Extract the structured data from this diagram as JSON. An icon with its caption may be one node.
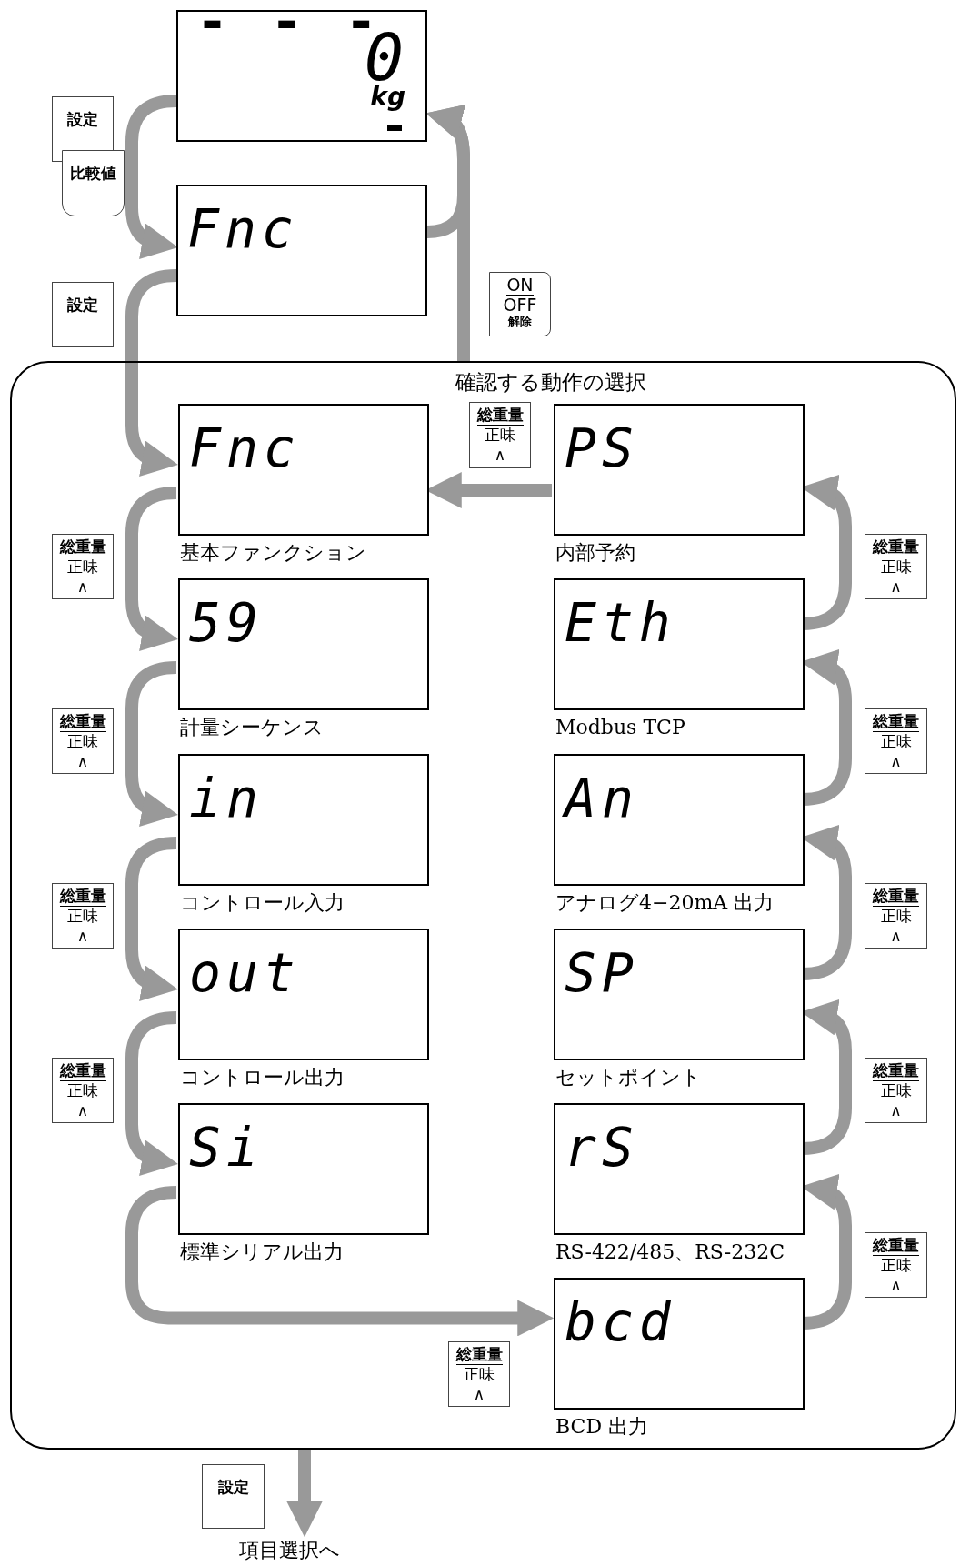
{
  "diagram": {
    "nodes": [
      {
        "text": [
          "- - -",
          "0",
          "kg"
        ]
      },
      {
        "text": [
          "Fnc"
        ]
      },
      {
        "text": [
          "確認する動作の選択"
        ]
      },
      {
        "text": [
          "Fnc"
        ],
        "in": 2,
        "beside": [
          "基本ファンクション"
        ]
      },
      {
        "text": [
          "PS"
        ],
        "in": 2,
        "beside": [
          "内部予約"
        ]
      },
      {
        "text": [
          "59"
        ],
        "in": 2,
        "beside": [
          "計量シーケンス"
        ]
      },
      {
        "text": [
          "Eth"
        ],
        "in": 2,
        "beside": [
          "Modbus TCP"
        ]
      },
      {
        "text": [
          "in"
        ],
        "in": 2,
        "beside": [
          "コントロール入力"
        ]
      },
      {
        "text": [
          "An"
        ],
        "in": 2,
        "beside": [
          "アナログ4−20mA 出力"
        ]
      },
      {
        "text": [
          "out"
        ],
        "in": 2,
        "beside": [
          "コントロール出力"
        ]
      },
      {
        "text": [
          "SP"
        ],
        "in": 2,
        "beside": [
          "セットポイント"
        ]
      },
      {
        "text": [
          "Si"
        ],
        "in": 2,
        "beside": [
          "標準シリアル出力"
        ]
      },
      {
        "text": [
          "rS"
        ],
        "in": 2,
        "beside": [
          "RS-422/485、RS-232C"
        ]
      },
      {
        "text": [
          "bcd"
        ],
        "in": 2,
        "beside": [
          "BCD 出力"
        ]
      },
      {
        "text": [
          "項目選択へ"
        ]
      }
    ],
    "edges": [
      {
        "from": 0,
        "to": 1,
        "arrow": "to"
      },
      {
        "from": 1,
        "to": 3,
        "arrow": "to"
      },
      {
        "from": 1,
        "to": 0,
        "arrow": "to"
      },
      {
        "from": 2,
        "to": 0,
        "arrow": "to"
      },
      {
        "from": 3,
        "to": 5,
        "arrow": "to"
      },
      {
        "from": 5,
        "to": 7,
        "arrow": "to"
      },
      {
        "from": 7,
        "to": 9,
        "arrow": "to"
      },
      {
        "from": 9,
        "to": 11,
        "arrow": "to"
      },
      {
        "from": 11,
        "to": 13,
        "arrow": "to"
      },
      {
        "from": 13,
        "to": 12,
        "arrow": "to"
      },
      {
        "from": 12,
        "to": 10,
        "arrow": "to"
      },
      {
        "from": 10,
        "to": 8,
        "arrow": "to"
      },
      {
        "from": 8,
        "to": 6,
        "arrow": "to"
      },
      {
        "from": 6,
        "to": 4,
        "arrow": "to"
      },
      {
        "from": 4,
        "to": 3,
        "arrow": "to"
      },
      {
        "from": 2,
        "to": 14,
        "arrow": "to"
      }
    ],
    "labels": [
      "設定",
      "比較値",
      "設定",
      "ON",
      "OFF",
      "解除",
      "総重量",
      "正味",
      "∧",
      "総重量",
      "正味",
      "∧",
      "総重量",
      "正味",
      "∧",
      "総重量",
      "正味",
      "∧",
      "総重量",
      "正味",
      "∧",
      "総重量",
      "正味",
      "∧",
      "総重量",
      "正味",
      "∧",
      "総重量",
      "正味",
      "∧",
      "総重量",
      "正味",
      "∧",
      "総重量",
      "正味",
      "∧",
      "総重量",
      "正味",
      "∧",
      "設定"
    ]
  }
}
